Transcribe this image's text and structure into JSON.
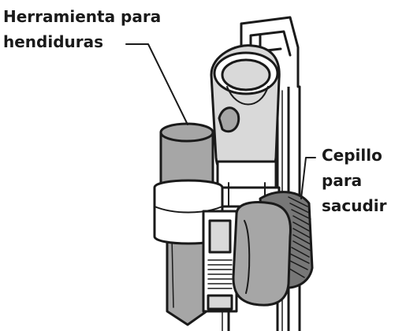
{
  "labels": {
    "crevice_tool_line1": "Herramienta para",
    "crevice_tool_line2": "hendiduras",
    "dusting_brush_line1": "Cepillo",
    "dusting_brush_line2": "para",
    "dusting_brush_line3": "sacudir"
  },
  "colors": {
    "outline": "#1a1a1a",
    "light_gray": "#d9d9d9",
    "mid_gray": "#a6a6a6",
    "dark_gray": "#777777",
    "background": "#ffffff"
  }
}
